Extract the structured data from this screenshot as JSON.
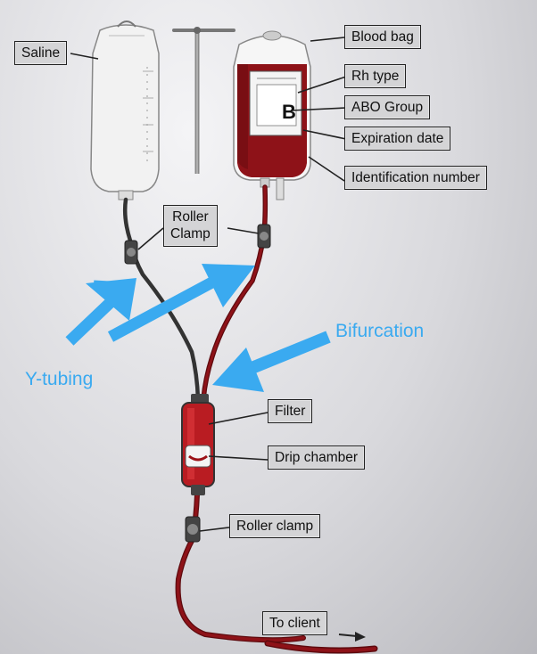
{
  "labels": {
    "saline": "Saline",
    "blood_bag": "Blood bag",
    "rh_type": "Rh type",
    "abo_group": "ABO Group",
    "expiration_date": "Expiration date",
    "identification_number": "Identification number",
    "roller_clamp_top": "Roller\nClamp",
    "filter": "Filter",
    "drip_chamber": "Drip chamber",
    "roller_clamp_bottom": "Roller clamp",
    "to_client": "To client"
  },
  "callouts": {
    "bifurcation": "Bifurcation",
    "y_tubing": "Y-tubing"
  },
  "bag_letter": "B",
  "colors": {
    "blood": "#8e1218",
    "blood_dark": "#5e0a0e",
    "arrow_blue": "#3aaaf0",
    "label_bg": "#d4d4d6",
    "saline_bag": "#eeeeee"
  }
}
